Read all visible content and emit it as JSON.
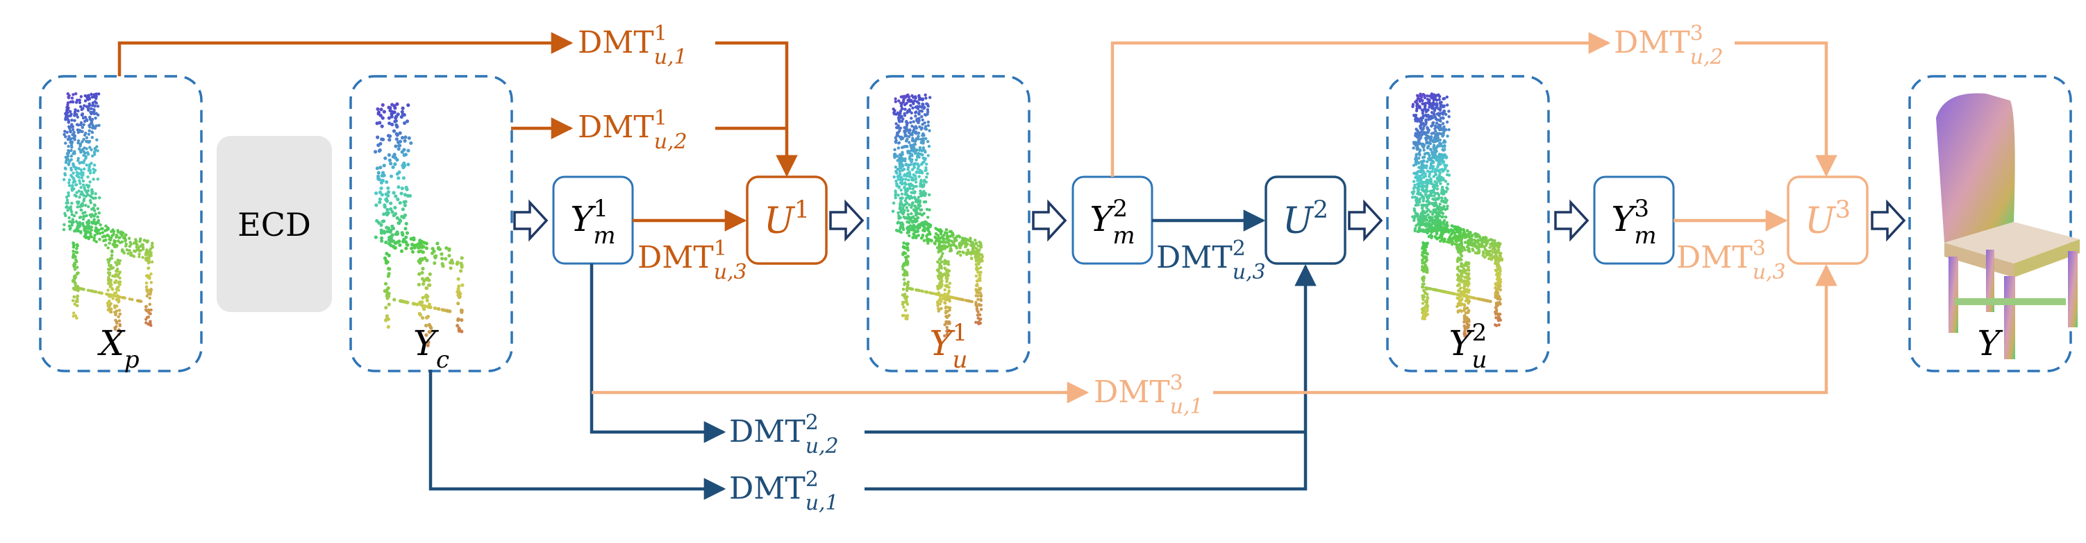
{
  "colors": {
    "stage1": "#C55A11",
    "stage2": "#1F4E79",
    "stage3": "#F4B183",
    "frame": "#2E75B6",
    "ecd_fill": "#E6E6E6",
    "text": "#000000"
  },
  "inputs": {
    "partial": {
      "name": "X",
      "sub": "p"
    },
    "coarse": {
      "name": "Y",
      "sub": "c"
    }
  },
  "ecd": {
    "label": "ECD"
  },
  "stages": [
    {
      "mask": {
        "name": "Y",
        "sub": "m",
        "sup": "1"
      },
      "upsampler": {
        "name": "U",
        "sup": "1"
      },
      "output": {
        "name": "Y",
        "sub": "u",
        "sup": "1"
      },
      "dmt": [
        {
          "base": "DMT",
          "sub": "u,1",
          "sup": "1"
        },
        {
          "base": "DMT",
          "sub": "u,2",
          "sup": "1"
        },
        {
          "base": "DMT",
          "sub": "u,3",
          "sup": "1"
        }
      ]
    },
    {
      "mask": {
        "name": "Y",
        "sub": "m",
        "sup": "2"
      },
      "upsampler": {
        "name": "U",
        "sup": "2"
      },
      "output": {
        "name": "Y",
        "sub": "u",
        "sup": "2"
      },
      "dmt": [
        {
          "base": "DMT",
          "sub": "u,1",
          "sup": "2"
        },
        {
          "base": "DMT",
          "sub": "u,2",
          "sup": "2"
        },
        {
          "base": "DMT",
          "sub": "u,3",
          "sup": "2"
        }
      ]
    },
    {
      "mask": {
        "name": "Y",
        "sub": "m",
        "sup": "3"
      },
      "upsampler": {
        "name": "U",
        "sup": "3"
      },
      "dmt": [
        {
          "base": "DMT",
          "sub": "u,1",
          "sup": "3"
        },
        {
          "base": "DMT",
          "sub": "u,2",
          "sup": "3"
        },
        {
          "base": "DMT",
          "sub": "u,3",
          "sup": "3"
        }
      ]
    }
  ],
  "final_output": {
    "name": "Y"
  },
  "icons": {
    "chair": "chair-point-cloud-icon",
    "flow": "hollow-arrow-icon"
  }
}
